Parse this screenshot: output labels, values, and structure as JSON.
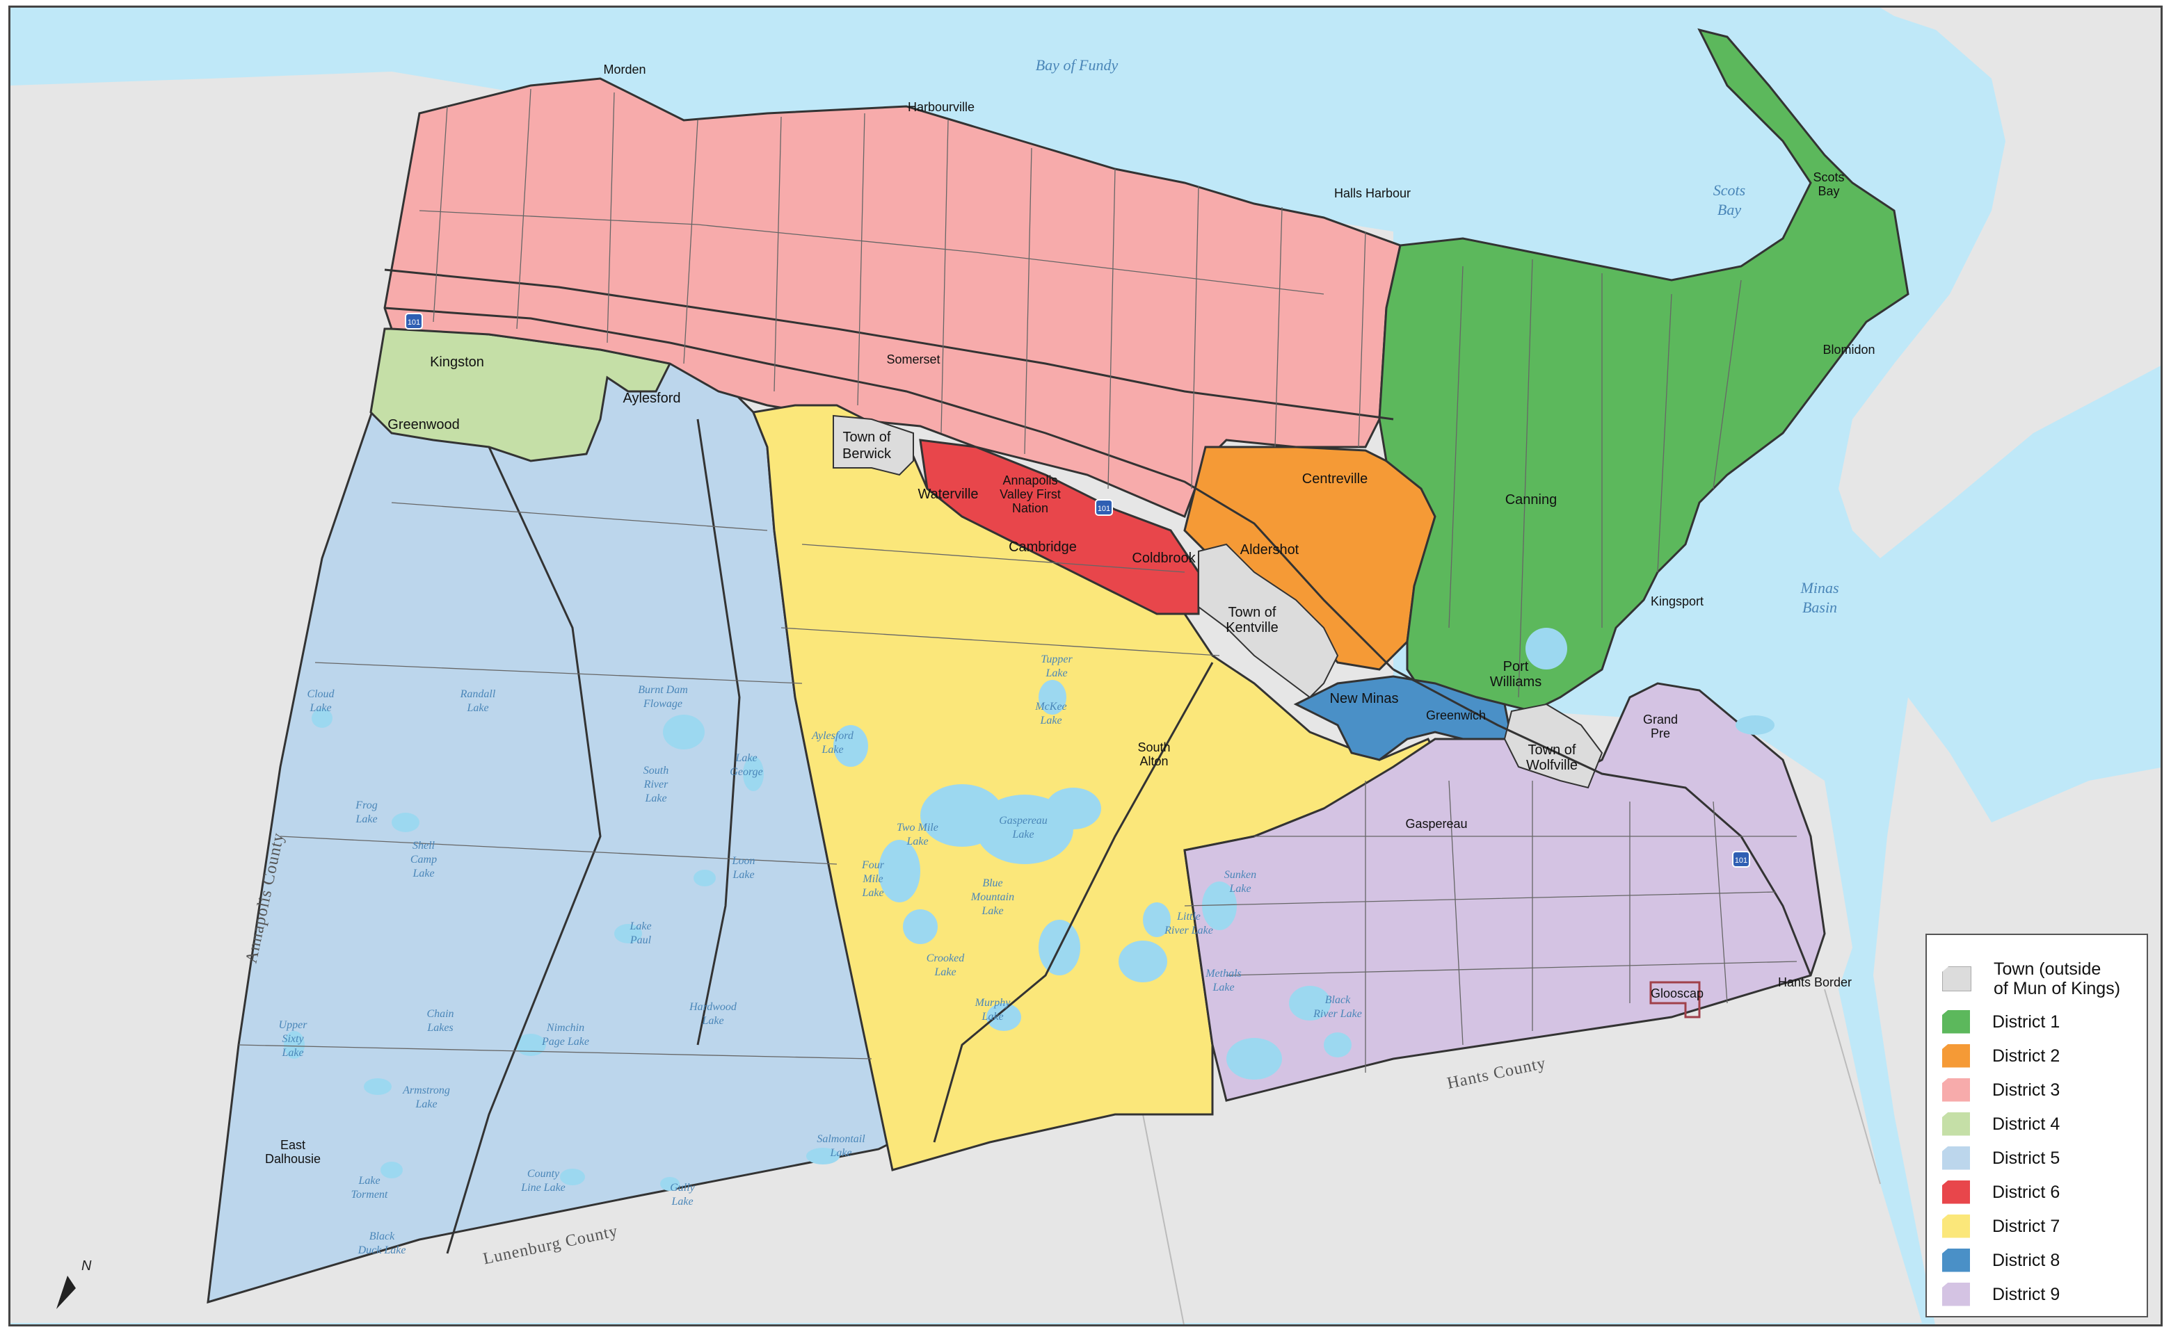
{
  "counties": {
    "annapolis": "Annapolis County",
    "lunenburg": "Lunenburg County",
    "hants": "Hants County"
  },
  "water": {
    "bay_of_fundy": "Bay of Fundy",
    "scots_bay_1": "Scots",
    "scots_bay_2": "Bay",
    "minas_basin_1": "Minas",
    "minas_basin_2": "Basin"
  },
  "places": {
    "morden": "Morden",
    "harbourville": "Harbourville",
    "halls_harbour": "Halls Harbour",
    "scots_bay_1": "Scots",
    "scots_bay_2": "Bay",
    "blomidon": "Blomidon",
    "kingston": "Kingston",
    "greenwood": "Greenwood",
    "aylesford": "Aylesford",
    "somerset": "Somerset",
    "town_of_berwick_1": "Town of",
    "town_of_berwick_2": "Berwick",
    "waterville": "Waterville",
    "annapolis_valley_1": "Annapolis",
    "annapolis_valley_2": "Valley First",
    "annapolis_valley_3": "Nation",
    "cambridge": "Cambridge",
    "coldbrook": "Coldbrook",
    "centreville": "Centreville",
    "aldershot": "Aldershot",
    "canning": "Canning",
    "kingsport": "Kingsport",
    "town_of_kentville_1": "Town of",
    "town_of_kentville_2": "Kentville",
    "port_williams_1": "Port",
    "port_williams_2": "Williams",
    "new_minas": "New Minas",
    "greenwich": "Greenwich",
    "town_of_wolfville_1": "Town of",
    "town_of_wolfville_2": "Wolfville",
    "grand_pre_1": "Grand",
    "grand_pre_2": "Pre",
    "south_alton_1": "South",
    "south_alton_2": "Alton",
    "gaspereau": "Gaspereau",
    "glooscap": "Glooscap",
    "hants_border": "Hants Border",
    "east_dalhousie_1": "East",
    "east_dalhousie_2": "Dalhousie"
  },
  "lakes": {
    "cloud_lake": [
      "Cloud",
      "Lake"
    ],
    "randall_lake": [
      "Randall",
      "Lake"
    ],
    "burnt_dam_flowage": [
      "Burnt Dam",
      "Flowage"
    ],
    "south_river_lake": [
      "South",
      "River",
      "Lake"
    ],
    "frog_lake": [
      "Frog",
      "Lake"
    ],
    "shell_camp_lake": [
      "Shell",
      "Camp",
      "Lake"
    ],
    "loon_lake": [
      "Loon",
      "Lake"
    ],
    "lake_paul": [
      "Lake",
      "Paul"
    ],
    "hardwood_lake": [
      "Hardwood",
      "Lake"
    ],
    "chain_lakes": [
      "Chain",
      "Lakes"
    ],
    "nimchin_page_lake": [
      "Nimchin",
      "Page Lake"
    ],
    "upper_sixty_lake": [
      "Upper",
      "Sixty",
      "Lake"
    ],
    "armstrong_lake": [
      "Armstrong",
      "Lake"
    ],
    "county_line_lake": [
      "County",
      "Line Lake"
    ],
    "salmontail_lake": [
      "Salmontail",
      "Lake"
    ],
    "lake_torment": [
      "Lake",
      "Torment"
    ],
    "gully_lake": [
      "Gully",
      "Lake"
    ],
    "black_duck_lake": [
      "Black",
      "Duck Lake"
    ],
    "two_mile_lake": [
      "Two Mile",
      "Lake"
    ],
    "gaspereau_lake": [
      "Gaspereau",
      "Lake"
    ],
    "four_mile_lake": [
      "Four",
      "Mile",
      "Lake"
    ],
    "blue_mountain_lake": [
      "Blue",
      "Mountain",
      "Lake"
    ],
    "crooked_lake": [
      "Crooked",
      "Lake"
    ],
    "murphy_lake": [
      "Murphy",
      "Lake"
    ],
    "little_river_lake": [
      "Little",
      "River Lake"
    ],
    "methals_lake": [
      "Methals",
      "Lake"
    ],
    "black_river_lake": [
      "Black",
      "River Lake"
    ],
    "sunken_lake": [
      "Sunken",
      "Lake"
    ],
    "mckee_lake": [
      "McKee",
      "Lake"
    ],
    "tupper_lake": [
      "Tupper",
      "Lake"
    ],
    "aylesford_lake": [
      "Aylesford",
      "Lake"
    ],
    "lake_george": [
      "Lake",
      "George"
    ]
  },
  "legend": {
    "items": [
      {
        "label_1": "Town (outside",
        "label_2": "of Mun of Kings)",
        "color": "#dcdcdc"
      },
      {
        "label": "District 1",
        "color": "#5cb85c"
      },
      {
        "label": "District 2",
        "color": "#f59a36"
      },
      {
        "label": "District 3",
        "color": "#f7abab"
      },
      {
        "label": "District 4",
        "color": "#c5dfa7"
      },
      {
        "label": "District 5",
        "color": "#bcd6ec"
      },
      {
        "label": "District 6",
        "color": "#e8464b"
      },
      {
        "label": "District 7",
        "color": "#fbe77a"
      },
      {
        "label": "District 8",
        "color": "#4a90c7"
      },
      {
        "label": "District 9",
        "color": "#d4c3e3"
      }
    ]
  },
  "colors": {
    "sea": "#bfe8f8",
    "land_outside": "#e6e6e6",
    "border": "#333333",
    "lake": "#9cd8f0",
    "district_1": "#5cb85c",
    "district_2": "#f59a36",
    "district_3": "#f7abab",
    "district_4": "#c5dfa7",
    "district_5": "#bcd6ec",
    "district_6": "#e8464b",
    "district_7": "#fbe77a",
    "district_8": "#4a90c7",
    "district_9": "#d4c3e3",
    "town": "#dcdcdc"
  },
  "highway_shield": "101",
  "north_arrow_label": "N"
}
